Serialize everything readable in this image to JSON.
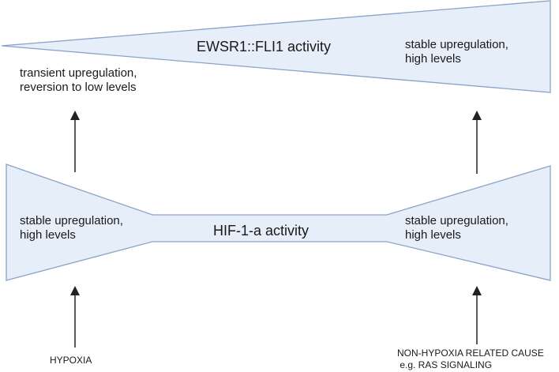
{
  "colors": {
    "fill": "#e6eefa",
    "stroke": "#8aa3c9",
    "arrow": "#222222",
    "text": "#1a1a1a"
  },
  "ewsr1": {
    "title": "EWSR1::FLI1 activity",
    "left_text": [
      "transient upregulation,",
      "reversion to low levels"
    ],
    "right_text": [
      "stable upregulation,",
      "high levels"
    ]
  },
  "hif": {
    "title": "HIF-1-a activity",
    "left_text": [
      "stable upregulation,",
      "high levels"
    ],
    "right_text": [
      "stable upregulation,",
      "high levels"
    ]
  },
  "causes": {
    "left": [
      "HYPOXIA"
    ],
    "right": [
      "NON-HYPOXIA RELATED CAUSE",
      " e.g. RAS SIGNALING"
    ]
  }
}
